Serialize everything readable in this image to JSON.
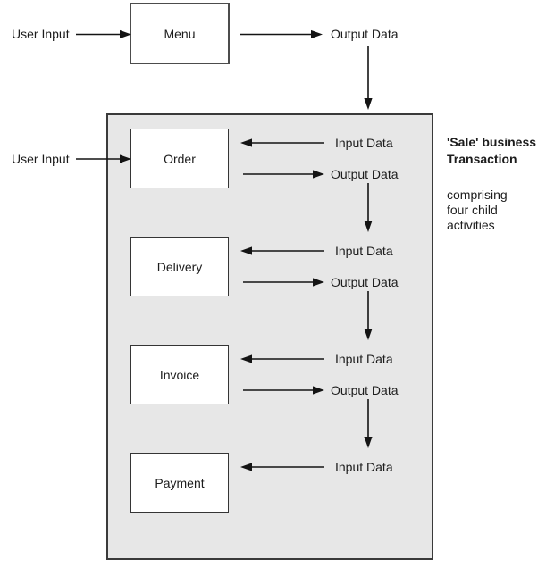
{
  "top_flow": {
    "user_input_label": "User Input",
    "menu_label": "Menu",
    "output_label": "Output Data"
  },
  "transaction_annotation": {
    "title_line1": "'Sale' business",
    "title_line2": "Transaction",
    "note_line1": "comprising",
    "note_line2": "four child",
    "note_line3": "activities"
  },
  "activities": [
    {
      "name": "Order",
      "user_input_label": "User Input",
      "input_label": "Input Data",
      "output_label": "Output Data"
    },
    {
      "name": "Delivery",
      "input_label": "Input Data",
      "output_label": "Output Data"
    },
    {
      "name": "Invoice",
      "input_label": "Input Data",
      "output_label": "Output Data"
    },
    {
      "name": "Payment",
      "input_label": "Input Data"
    }
  ],
  "colors": {
    "container_fill": "#e7e7e7",
    "box_fill": "#ffffff",
    "border": "#3a3a3a",
    "arrow": "#141414",
    "text": "#1c1c1c",
    "background": "#ffffff"
  }
}
